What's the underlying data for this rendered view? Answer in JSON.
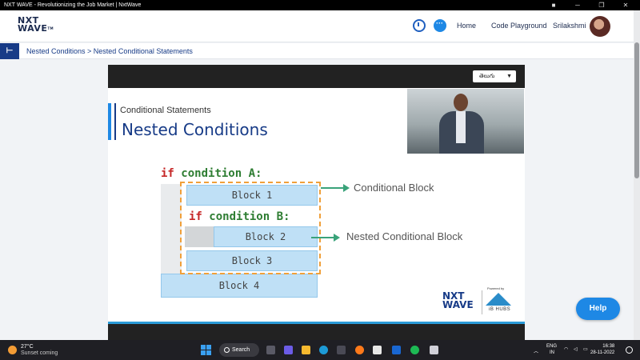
{
  "window": {
    "title": "NXT WAVE - Revolutionizing the Job Market | NxtWave"
  },
  "header": {
    "logo_line1": "NXT",
    "logo_line2": "WAVE",
    "logo_tm": "TM",
    "nav": [
      "Home",
      "Code Playground"
    ],
    "username": "Srilakshmi"
  },
  "breadcrumb": {
    "text": "Nested Conditions > Nested Conditional Statements"
  },
  "player": {
    "language": "తెలుగు",
    "slide": {
      "subtitle": "Conditional Statements",
      "title": "Nested Conditions",
      "code": {
        "if_keyword": "if",
        "condition_a": "condition A:",
        "condition_b": "condition B:",
        "blocks": [
          "Block 1",
          "Block 2",
          "Block 3",
          "Block 4"
        ]
      },
      "annotations": {
        "conditional_block": "Conditional Block",
        "nested_conditional_block": "Nested Conditional Block"
      },
      "branding": {
        "logo_line1": "NXT",
        "logo_line2": "WAVE",
        "powered_by": "Powered by",
        "partner": "iB HUBS"
      }
    }
  },
  "help": {
    "label": "Help"
  },
  "taskbar": {
    "weather_temp": "27°C",
    "weather_desc": "Sunset coming",
    "search_label": "Search",
    "lang_line1": "ENG",
    "lang_line2": "IN",
    "time": "16:38",
    "date": "28-11-2022"
  },
  "colors": {
    "brand_navy": "#173b87",
    "accent_blue": "#1e88e5",
    "keyword_red": "#c62828",
    "condition_green": "#2e7d32",
    "dashed_orange": "#f0a03a",
    "arrow_green": "#3aa37a"
  }
}
